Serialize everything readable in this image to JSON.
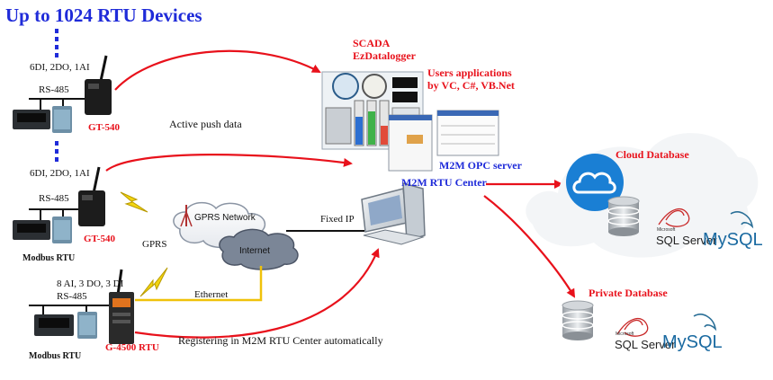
{
  "title": "Up to 1024 RTU Devices",
  "colors": {
    "arrow": "#e8111b",
    "title": "#1f2bd9",
    "ethernet": "#f0c20a",
    "cloud": "#1a7fd4",
    "cable": "#111111"
  },
  "devices": {
    "gt540_top": {
      "io": "6DI, 2DO, 1AI",
      "bus": "RS-485",
      "name": "GT-540"
    },
    "gt540_mid": {
      "io": "6DI, 2DO, 1AI",
      "bus": "RS-485",
      "name": "GT-540",
      "modbus": "Modbus RTU",
      "link": "GPRS"
    },
    "g4500": {
      "io": "8 AI, 3 DO, 3 DI",
      "bus": "RS-485",
      "name": "G-4500 RTU",
      "modbus": "Modbus RTU"
    }
  },
  "links": {
    "active_push": "Active push data",
    "gprs_network": "GPRS Network",
    "internet": "Internet",
    "fixed_ip": "Fixed IP",
    "ethernet": "Ethernet",
    "registering": "Registering in M2M RTU Center automatically"
  },
  "software": {
    "scada": "SCADA",
    "ezdatalogger": "EzDatalogger",
    "user_apps_line1": "Users applications",
    "user_apps_line2": "by VC, C#, VB.Net",
    "opc_server": "M2M OPC server",
    "rtu_center": "M2M RTU Center"
  },
  "databases": {
    "cloud": "Cloud Database",
    "private": "Private Database",
    "mssql_small": "Microsoft",
    "mssql": "SQL Server",
    "mysql": "MySQL"
  }
}
